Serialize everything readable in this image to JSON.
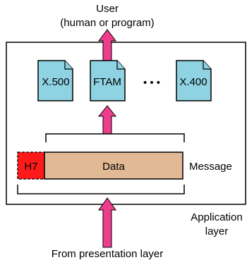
{
  "top_label": {
    "line1": "User",
    "line2": "(human or program)"
  },
  "services": [
    {
      "label": "X.500"
    },
    {
      "label": "FTAM"
    },
    {
      "label": "X.400"
    }
  ],
  "ellipsis": "• • •",
  "message": {
    "header_label": "H7",
    "data_label": "Data",
    "label": "Message"
  },
  "layer_label": {
    "line1": "Application",
    "line2": "layer"
  },
  "bottom_label": "From presentation layer",
  "colors": {
    "document_fill": "#8fd3e3",
    "data_fill": "#e2b995",
    "header_fill": "#ff1a1a",
    "arrow_fill": "#ef3d8e",
    "outline": "#000000"
  }
}
